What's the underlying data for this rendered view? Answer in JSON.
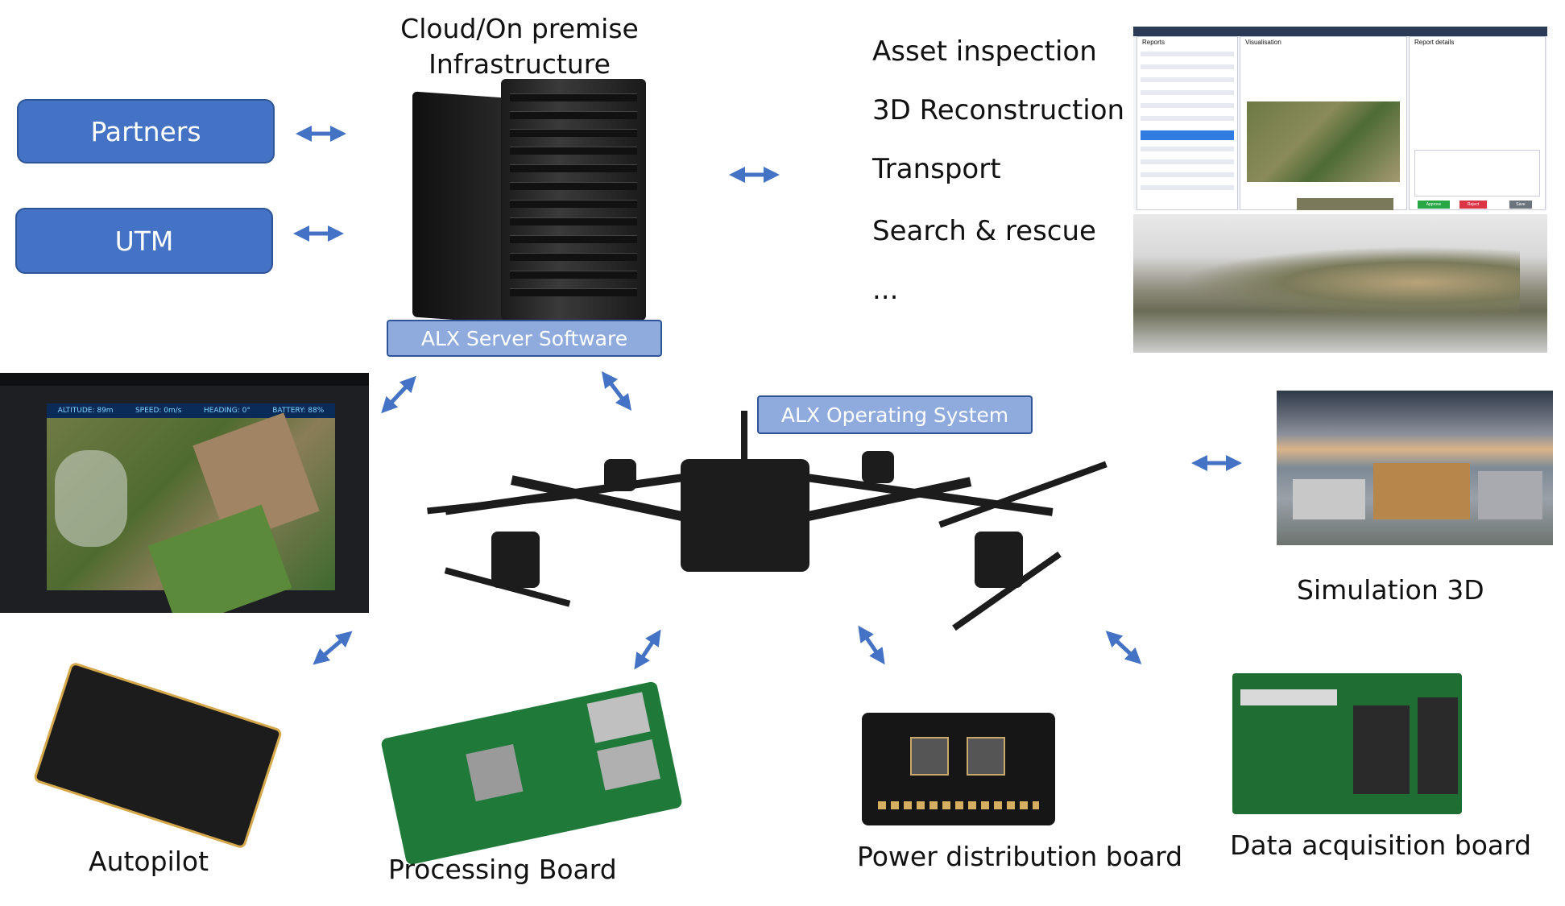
{
  "left_nodes": {
    "partners": "Partners",
    "utm": "UTM"
  },
  "infrastructure": {
    "title_line1": "Cloud/On premise",
    "title_line2": "Infrastructure",
    "server_software": "ALX Server Software"
  },
  "use_cases": [
    "Asset inspection",
    "3D Reconstruction",
    "Transport",
    "Search & rescue",
    "..."
  ],
  "drone": {
    "os_label": "ALX Operating System"
  },
  "simulation": {
    "label": "Simulation 3D"
  },
  "hardware": {
    "autopilot": "Autopilot",
    "processing_board": "Processing Board",
    "power_board": "Power distribution board",
    "data_board": "Data acquisition board"
  },
  "ground_station": {
    "telemetry": [
      "ALTITUDE: 89m",
      "SPEED: 0m/s",
      "HEADING: 0°",
      "BATTERY: 88%"
    ]
  },
  "web_app": {
    "col_reports": "Reports",
    "col_visualisation": "Visualisation",
    "col_details": "Report details",
    "approve": "Approve",
    "reject": "Reject",
    "save": "Save"
  },
  "colors": {
    "node_blue": "#4472c4",
    "node_border": "#2f5597",
    "label_blue": "#8faadc",
    "arrow": "#4472c4"
  }
}
